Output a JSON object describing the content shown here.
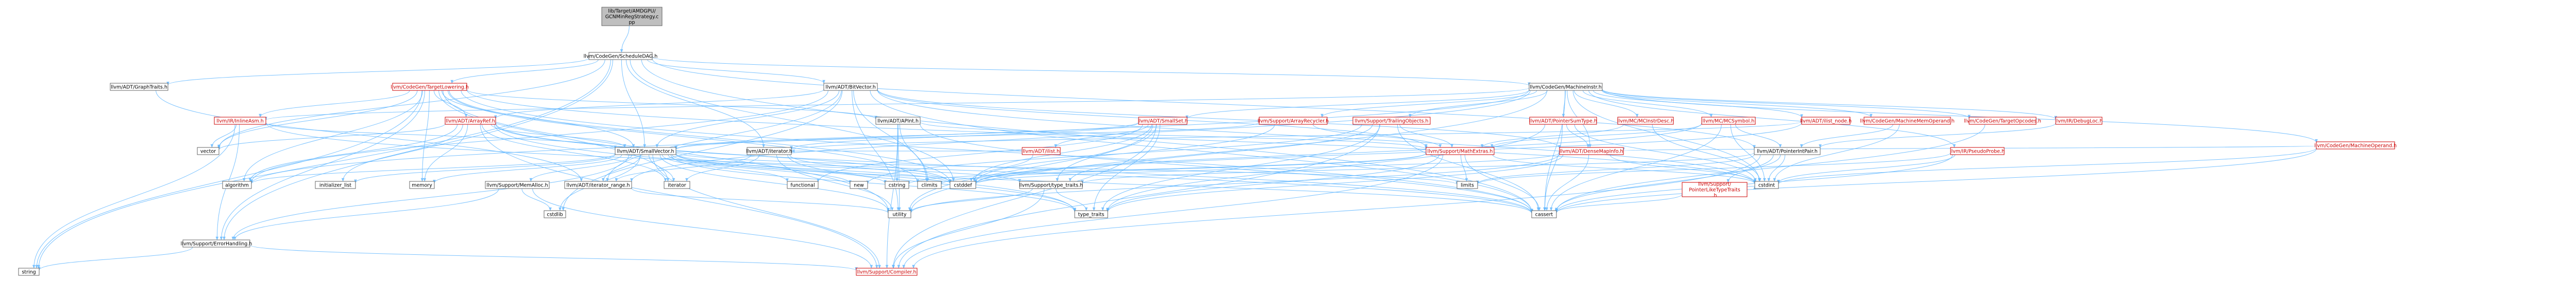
{
  "graph": {
    "root_label": "lib/Target/AMDGPU/GCNMinRegStrategy.cpp",
    "colors": {
      "root_fill": "#bfbfbf",
      "root_border": "#666666",
      "node_border": "#666666",
      "red_border": "#cc0000",
      "fill": "#ffffff",
      "edge": "#63b8ff"
    },
    "nodes": [
      {
        "id": "root",
        "label": "lib/Target/AMDGPU/GCNMinRegStrategy.cpp",
        "style": "root"
      },
      {
        "id": "scheddag",
        "label": "llvm/CodeGen/ScheduleDAG.h",
        "style": "normal"
      },
      {
        "id": "graphtraits",
        "label": "llvm/ADT/GraphTraits.h",
        "style": "normal"
      },
      {
        "id": "targetlowering",
        "label": "llvm/CodeGen/TargetLowering.h",
        "style": "red"
      },
      {
        "id": "bitvector",
        "label": "llvm/ADT/BitVector.h",
        "style": "normal"
      },
      {
        "id": "machineinstr",
        "label": "llvm/CodeGen/MachineInstr.h",
        "style": "normal"
      },
      {
        "id": "inlineasm",
        "label": "llvm/IR/InlineAsm.h",
        "style": "red"
      },
      {
        "id": "arrayref",
        "label": "llvm/ADT/ArrayRef.h",
        "style": "red"
      },
      {
        "id": "apint",
        "label": "llvm/ADT/APInt.h",
        "style": "normal"
      },
      {
        "id": "smallset",
        "label": "llvm/ADT/SmallSet.h",
        "style": "red"
      },
      {
        "id": "arrayrecycler",
        "label": "llvm/Support/ArrayRecycler.h",
        "style": "red"
      },
      {
        "id": "trailingobjects",
        "label": "llvm/Support/TrailingObjects.h",
        "style": "red"
      },
      {
        "id": "pointersumtype",
        "label": "llvm/ADT/PointerSumType.h",
        "style": "red"
      },
      {
        "id": "mcinstrdesc",
        "label": "llvm/MC/MCInstrDesc.h",
        "style": "red"
      },
      {
        "id": "mcsymbol",
        "label": "llvm/MC/MCSymbol.h",
        "style": "red"
      },
      {
        "id": "ilistnode",
        "label": "llvm/ADT/ilist_node.h",
        "style": "red"
      },
      {
        "id": "machinememoperand",
        "label": "llvm/CodeGen/MachineMemOperand.h",
        "style": "red"
      },
      {
        "id": "targetopcodes",
        "label": "llvm/CodeGen/TargetOpcodes.h",
        "style": "red"
      },
      {
        "id": "debugloc",
        "label": "llvm/IR/DebugLoc.h",
        "style": "red"
      },
      {
        "id": "machineoperand",
        "label": "llvm/CodeGen/MachineOperand.h",
        "style": "red"
      },
      {
        "id": "vector",
        "label": "vector",
        "style": "std"
      },
      {
        "id": "smallvector",
        "label": "llvm/ADT/SmallVector.h",
        "style": "normal"
      },
      {
        "id": "iterator",
        "label": "llvm/ADT/iterator.h",
        "style": "normal"
      },
      {
        "id": "ilist",
        "label": "llvm/ADT/ilist.h",
        "style": "red"
      },
      {
        "id": "mathextras",
        "label": "llvm/Support/MathExtras.h",
        "style": "red"
      },
      {
        "id": "densemapinfo",
        "label": "llvm/ADT/DenseMapInfo.h",
        "style": "red"
      },
      {
        "id": "pointerintpair",
        "label": "llvm/ADT/PointerIntPair.h",
        "style": "normal"
      },
      {
        "id": "pseudoprobe",
        "label": "llvm/IR/PseudoProbe.h",
        "style": "red"
      },
      {
        "id": "algorithm",
        "label": "algorithm",
        "style": "std"
      },
      {
        "id": "initializer_list",
        "label": "initializer_list",
        "style": "std"
      },
      {
        "id": "memory",
        "label": "memory",
        "style": "std"
      },
      {
        "id": "memalloc",
        "label": "llvm/Support/MemAlloc.h",
        "style": "normal"
      },
      {
        "id": "iterator_range",
        "label": "llvm/ADT/iterator_range.h",
        "style": "normal"
      },
      {
        "id": "iterator_std",
        "label": "iterator",
        "style": "std"
      },
      {
        "id": "functional",
        "label": "functional",
        "style": "std"
      },
      {
        "id": "new",
        "label": "new",
        "style": "std"
      },
      {
        "id": "cstring",
        "label": "cstring",
        "style": "std"
      },
      {
        "id": "climits",
        "label": "climits",
        "style": "std"
      },
      {
        "id": "cstddef",
        "label": "cstddef",
        "style": "std"
      },
      {
        "id": "typetraits",
        "label": "llvm/Support/type_traits.h",
        "style": "normal"
      },
      {
        "id": "limits",
        "label": "limits",
        "style": "std"
      },
      {
        "id": "cstdint",
        "label": "cstdint",
        "style": "std"
      },
      {
        "id": "pointerliketypetraits",
        "label": "llvm/Support/PointerLikeTypeTraits.h",
        "style": "red"
      },
      {
        "id": "cstdlib",
        "label": "cstdlib",
        "style": "std"
      },
      {
        "id": "utility",
        "label": "utility",
        "style": "std"
      },
      {
        "id": "type_traits",
        "label": "type_traits",
        "style": "std"
      },
      {
        "id": "cassert",
        "label": "cassert",
        "style": "std"
      },
      {
        "id": "errorhandling",
        "label": "llvm/Support/ErrorHandling.h",
        "style": "normal"
      },
      {
        "id": "string",
        "label": "string",
        "style": "std"
      },
      {
        "id": "compiler",
        "label": "llvm/Support/Compiler.h",
        "style": "red"
      }
    ]
  }
}
